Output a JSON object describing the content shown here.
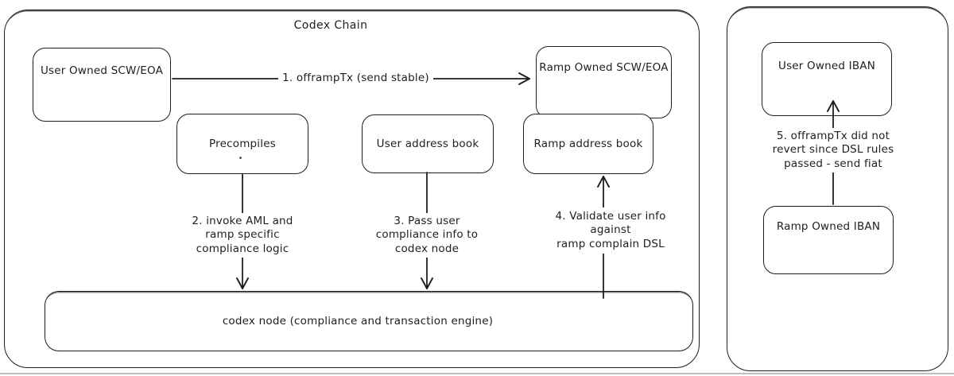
{
  "canvas": {
    "background": "#ffffff",
    "stroke_color": "#1e1e1e"
  },
  "left_panel": {
    "title": "Codex Chain",
    "nodes": {
      "user_scw": "User Owned SCW/EOA",
      "ramp_scw": "Ramp Owned SCW/EOA",
      "precompiles": "Precompiles",
      "user_address_book": "User address book",
      "ramp_address_book": "Ramp address book",
      "codex_node": "codex node (compliance and transaction engine)"
    },
    "edges": {
      "e1": "1. offrampTx (send stable)",
      "e2": "2. invoke AML and\nramp specific\ncompliance logic",
      "e3": "3. Pass user\ncompliance info to\ncodex node",
      "e4": "4. Validate user info\nagainst\nramp complain DSL"
    }
  },
  "right_panel": {
    "nodes": {
      "user_iban": "User Owned IBAN",
      "ramp_iban": "Ramp Owned IBAN"
    },
    "edges": {
      "e5": "5. offrampTx did not\nrevert since DSL rules\npassed - send fiat"
    }
  }
}
